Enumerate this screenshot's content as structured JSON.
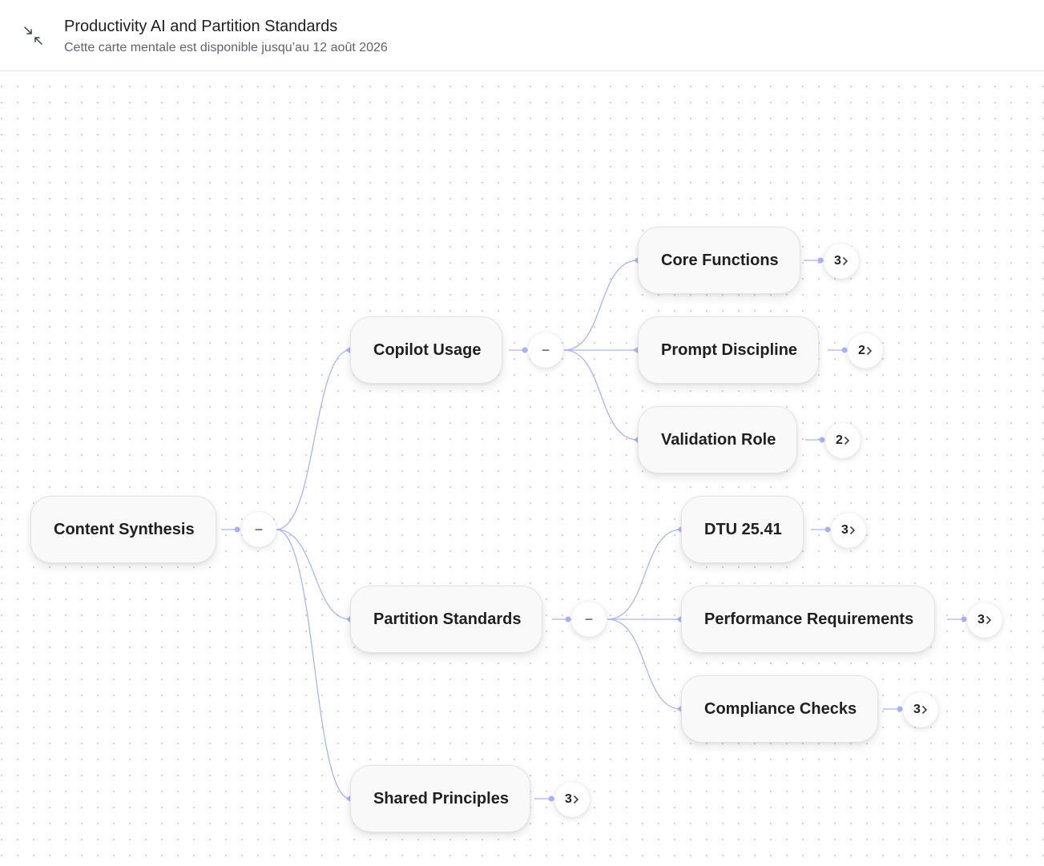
{
  "header": {
    "title": "Productivity AI and Partition Standards",
    "subtitle": "Cette carte mentale est disponible jusqu’au 12 août 2026",
    "collapse_icon": "collapse-arrows-icon"
  },
  "colors": {
    "edge": "#aab4f5",
    "node_bg": "#f9f9f9",
    "text": "#1f1f1f"
  },
  "mindmap": {
    "root": {
      "label": "Content Synthesis",
      "children": [
        {
          "label": "Copilot Usage",
          "children": [
            {
              "label": "Core Functions",
              "count": "3"
            },
            {
              "label": "Prompt Discipline",
              "count": "2"
            },
            {
              "label": "Validation Role",
              "count": "2"
            }
          ]
        },
        {
          "label": "Partition Standards",
          "children": [
            {
              "label": "DTU 25.41",
              "count": "3"
            },
            {
              "label": "Performance Requirements",
              "count": "3"
            },
            {
              "label": "Compliance Checks",
              "count": "3"
            }
          ]
        },
        {
          "label": "Shared Principles",
          "count": "3"
        }
      ]
    }
  }
}
